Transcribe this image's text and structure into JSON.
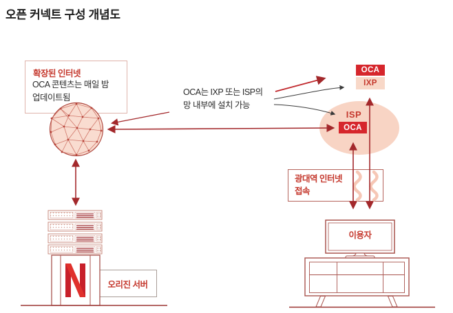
{
  "title": "오픈 커넥트 구성 개념도",
  "extended_internet_box": {
    "heading": "확장된 인터넷",
    "note_line1": "OCA 콘텐츠는 매일 밤",
    "note_line2": "업데이트됨"
  },
  "annotation": {
    "line1": "OCA는 IXP 또는 ISP의",
    "line2": "망 내부에 설치 가능"
  },
  "badges": {
    "oca_top": "OCA",
    "ixp": "IXP",
    "isp": "ISP",
    "oca_inside_isp": "OCA"
  },
  "broadband_box": {
    "line1": "광대역 인터넷",
    "line2": "접속"
  },
  "origin_server_label": "오리진 서버",
  "user_label": "이용자",
  "icons": {
    "network_sphere": "mesh-network-globe",
    "netflix_n": "netflix-n-logo",
    "server_rack": "stacked-servers",
    "tv": "television-on-stand"
  },
  "colors": {
    "badge_red": "#d6262c",
    "text_red": "#c5392e",
    "arrow_red": "#a3282b",
    "arrow_black": "#3a3a3a",
    "peach": "#f8d4c4",
    "furniture": "#a8534d"
  }
}
